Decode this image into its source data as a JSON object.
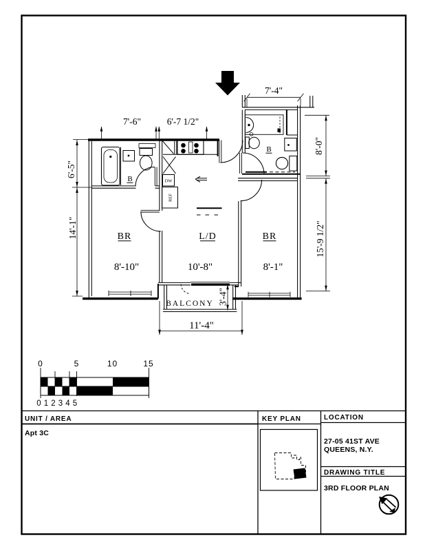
{
  "colors": {
    "ink": "#000000",
    "paper": "#ffffff"
  },
  "plan": {
    "dims": {
      "top_left": "7'-6\"",
      "top_mid": "6'-7 1/2\"",
      "top_right": "7'-4\"",
      "left_upper": "6'-5\"",
      "left_lower": "14'-1\"",
      "right_upper": "8'-0\"",
      "right_lower": "15'-9 1/2\"",
      "br_left_width": "8'-10\"",
      "ld_width": "10'-8\"",
      "br_right_width": "8'-1\"",
      "balcony_depth": "3'-4\"",
      "balcony_width": "11'-4\""
    },
    "rooms": {
      "br_left": "BR",
      "ld": "L/D",
      "br_right": "BR",
      "bath_left": "B",
      "bath_right": "B",
      "balcony": "BALCONY"
    },
    "labels": {
      "dishwasher": "DW",
      "refrigerator": "REF"
    }
  },
  "scale_bar": {
    "top_labels": [
      "0",
      "5",
      "10",
      "15"
    ],
    "bottom_labels": [
      "0",
      "1",
      "2",
      "3",
      "4",
      "5"
    ]
  },
  "title_block": {
    "unit_area_label": "UNIT / AREA",
    "unit_area_value": "Apt 3C",
    "key_plan_label": "KEY PLAN",
    "location_label": "LOCATION",
    "address_line1": "27-05 41ST AVE",
    "address_line2": "QUEENS, N.Y.",
    "drawing_title_label": "DRAWING TITLE",
    "drawing_title_value": "3RD FLOOR PLAN"
  }
}
